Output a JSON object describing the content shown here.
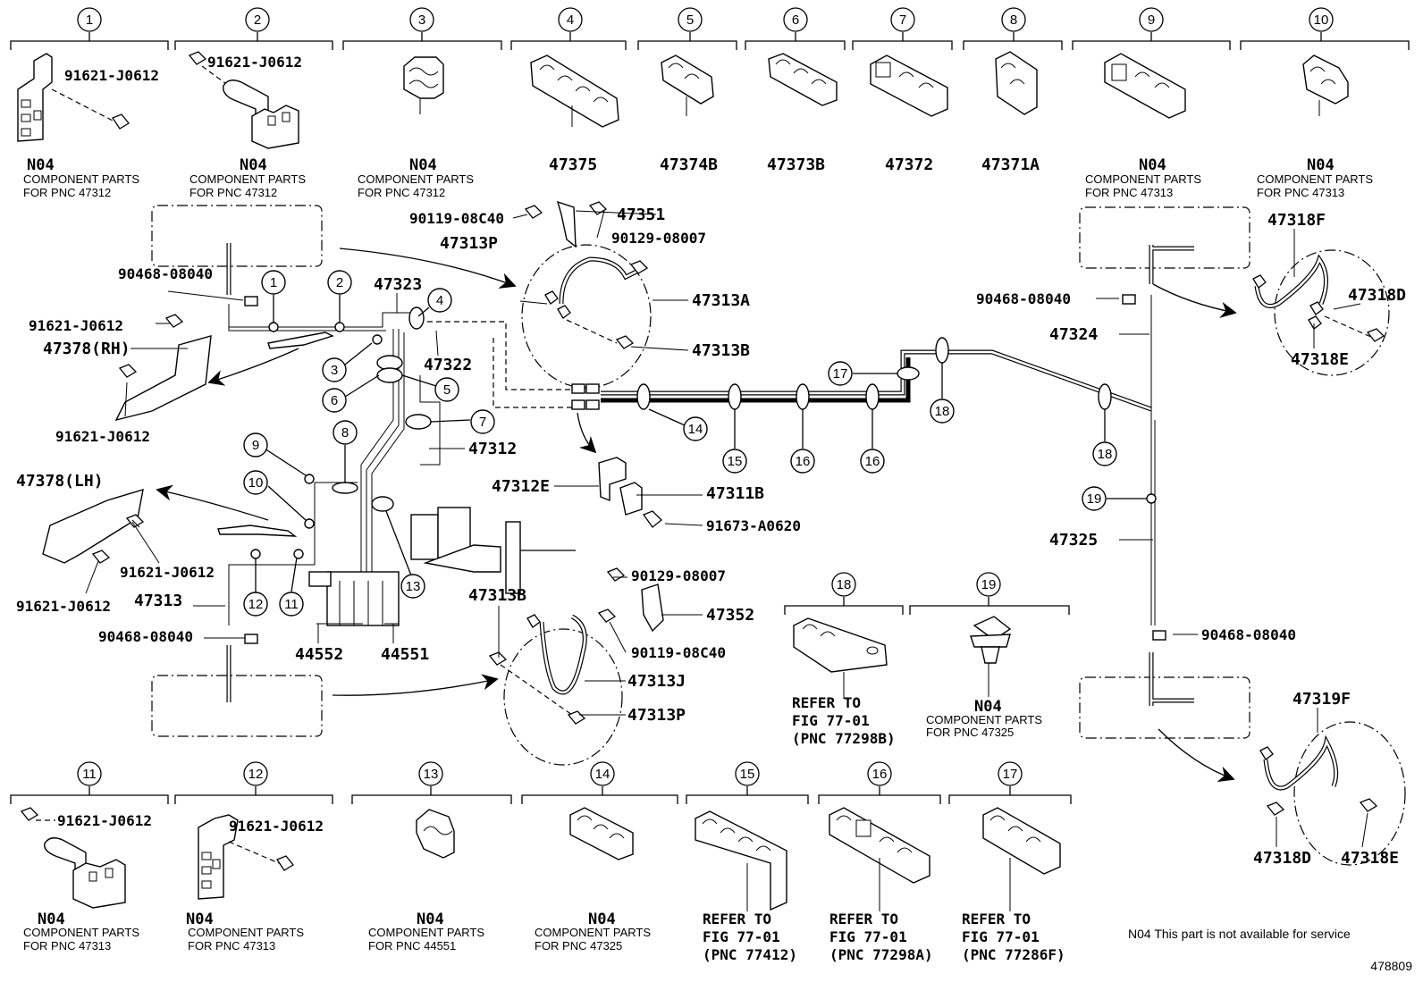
{
  "callouts": [
    {
      "num": "1",
      "part": "N04",
      "desc1": "COMPONENT PARTS",
      "desc2": "FOR PNC 47312",
      "extra": "91621-J0612"
    },
    {
      "num": "2",
      "part": "N04",
      "desc1": "COMPONENT PARTS",
      "desc2": "FOR PNC 47312",
      "extra": "91621-J0612"
    },
    {
      "num": "3",
      "part": "N04",
      "desc1": "COMPONENT PARTS",
      "desc2": "FOR PNC 47312"
    },
    {
      "num": "4",
      "part": "47375"
    },
    {
      "num": "5",
      "part": "47374B"
    },
    {
      "num": "6",
      "part": "47373B"
    },
    {
      "num": "7",
      "part": "47372"
    },
    {
      "num": "8",
      "part": "47371A"
    },
    {
      "num": "9",
      "part": "N04",
      "desc1": "COMPONENT PARTS",
      "desc2": "FOR PNC 47313"
    },
    {
      "num": "10",
      "part": "N04",
      "desc1": "COMPONENT PARTS",
      "desc2": "FOR PNC 47313"
    },
    {
      "num": "11",
      "part": "N04",
      "desc1": "COMPONENT PARTS",
      "desc2": "FOR PNC 47313",
      "extra": "91621-J0612"
    },
    {
      "num": "12",
      "part": "N04",
      "desc1": "COMPONENT PARTS",
      "desc2": "FOR PNC 47313",
      "extra": "91621-J0612"
    },
    {
      "num": "13",
      "part": "N04",
      "desc1": "COMPONENT PARTS",
      "desc2": "FOR PNC 44551"
    },
    {
      "num": "14",
      "part": "N04",
      "desc1": "COMPONENT PARTS",
      "desc2": "FOR PNC 47325"
    },
    {
      "num": "15",
      "ref1": "REFER TO",
      "ref2": "FIG 77-01",
      "ref3": "(PNC 77412)"
    },
    {
      "num": "16",
      "ref1": "REFER TO",
      "ref2": "FIG 77-01",
      "ref3": "(PNC 77298A)"
    },
    {
      "num": "17",
      "ref1": "REFER TO",
      "ref2": "FIG 77-01",
      "ref3": "(PNC 77286F)"
    },
    {
      "num": "18",
      "ref1": "REFER TO",
      "ref2": "FIG 77-01",
      "ref3": "(PNC 77298B)"
    },
    {
      "num": "19",
      "part": "N04",
      "desc1": "COMPONENT PARTS",
      "desc2": "FOR PNC 47325"
    }
  ],
  "labels": {
    "p90468_a": "90468-08040",
    "p91621_a": "91621-J0612",
    "p47378rh": "47378(RH)",
    "p91621_b": "91621-J0612",
    "p47323": "47323",
    "p47322": "47322",
    "p47312": "47312",
    "p90119_a": "90119-08C40",
    "p47351": "47351",
    "p47313p_a": "47313P",
    "p90129_a": "90129-08007",
    "p47313a": "47313A",
    "p47313b_a": "47313B",
    "p47312e": "47312E",
    "p47311b": "47311B",
    "p91673": "91673-A0620",
    "p47378lh": "47378(LH)",
    "p91621_c": "91621-J0612",
    "p91621_d": "91621-J0612",
    "p47313": "47313",
    "p90468_b": "90468-08040",
    "p44552": "44552",
    "p44551": "44551",
    "p47313b_b": "47313B",
    "p90129_b": "90129-08007",
    "p47352": "47352",
    "p90119_b": "90119-08C40",
    "p47313j": "47313J",
    "p47313p_b": "47313P",
    "p47318f": "47318F",
    "p47318d_a": "47318D",
    "p47318e_a": "47318E",
    "p90468_c": "90468-08040",
    "p47324": "47324",
    "p47325": "47325",
    "p90468_d": "90468-08040",
    "p47319f": "47319F",
    "p47318d_b": "47318D",
    "p47318e_b": "47318E"
  },
  "inline_callouts": [
    "1",
    "2",
    "3",
    "4",
    "5",
    "6",
    "7",
    "8",
    "9",
    "10",
    "11",
    "12",
    "13",
    "14",
    "15",
    "16",
    "16",
    "17",
    "18",
    "18",
    "19"
  ],
  "footnote": "N04 This part is not available for service",
  "figure_id": "478809"
}
